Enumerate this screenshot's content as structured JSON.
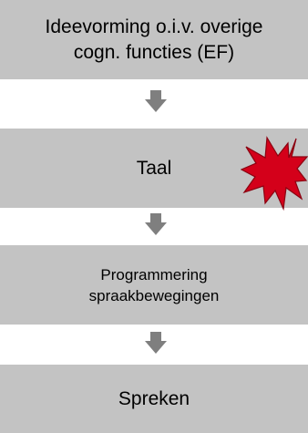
{
  "colors": {
    "box_fill": "#c3c3c3",
    "arrow_fill": "#7f7f7f",
    "burst_fill": "#d4001a",
    "burst_stroke": "#8a0010"
  },
  "flow": {
    "steps": [
      {
        "label": "Ideevorming o.i.v. overige\ncogn. functies (EF)"
      },
      {
        "label": "Taal"
      },
      {
        "label": "Programmering\nspraakbewegingen"
      },
      {
        "label": "Spreken"
      }
    ],
    "highlight_step": "Taal",
    "highlight_icon": "explosion-burst-icon"
  }
}
